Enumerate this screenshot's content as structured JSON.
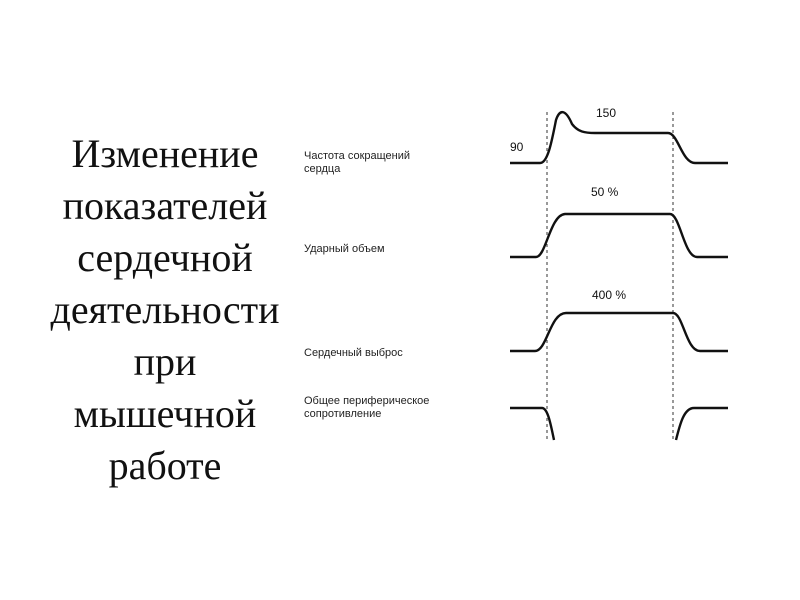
{
  "title": {
    "lines": [
      "Изменение",
      "показателей",
      "сердечной",
      "деятельности",
      "при",
      "мышечной",
      "работе"
    ]
  },
  "panels": [
    {
      "label_lines": [
        "Частота  сокращений",
        "сердца"
      ],
      "value_label": "150",
      "baseline_label": "90"
    },
    {
      "label_lines": [
        "Ударный объем"
      ],
      "value_label": "50 %"
    },
    {
      "label_lines": [
        "Сердечный выброс"
      ],
      "value_label": "400 %"
    },
    {
      "label_lines": [
        "Общее периферическое",
        "сопротивление"
      ]
    }
  ],
  "colors": {
    "ink": "#111111",
    "background": "#ffffff"
  }
}
